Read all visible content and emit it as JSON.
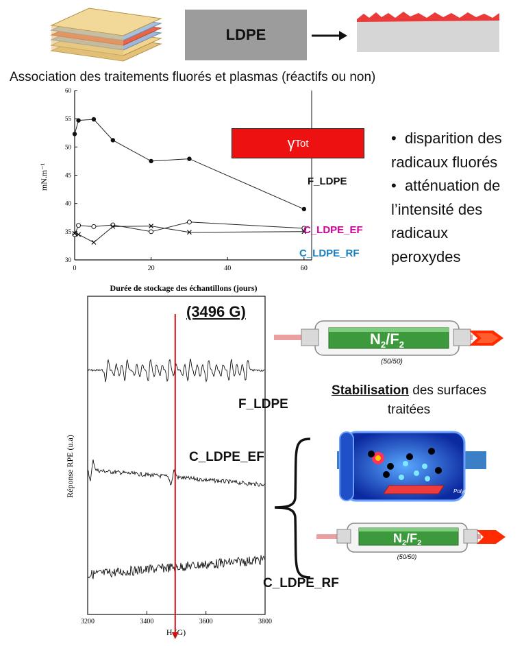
{
  "header": {
    "material_label": "LDPE",
    "heading": "Association des traitements fluorés et plasmas (réactifs ou non)"
  },
  "gamma_label": {
    "symbol": "γ",
    "subscript": "Tot"
  },
  "chart_data": [
    {
      "type": "line",
      "title": "",
      "xlabel": "Durée de stockage des échantillons (jours)",
      "ylabel": "mN.m⁻¹",
      "xlim": [
        0,
        60
      ],
      "ylim": [
        30,
        60
      ],
      "xticks": [
        0,
        20,
        40,
        60
      ],
      "yticks": [
        30,
        35,
        40,
        45,
        50,
        55,
        60
      ],
      "grid": false,
      "series": [
        {
          "name": "F_LDPE",
          "marker": "filled-circle",
          "x": [
            0,
            1,
            5,
            10,
            20,
            30,
            60
          ],
          "y": [
            52.3,
            54.7,
            54.9,
            51.2,
            47.5,
            47.9,
            39
          ]
        },
        {
          "name": "C_LDPE_EF",
          "marker": "open-circle",
          "x": [
            0,
            1,
            5,
            10,
            20,
            30,
            60
          ],
          "y": [
            34.5,
            36.1,
            35.9,
            36.2,
            35,
            36.7,
            35.6
          ]
        },
        {
          "name": "C_LDPE_RF",
          "marker": "cross",
          "x": [
            0,
            1,
            5,
            10,
            20,
            30,
            60
          ],
          "y": [
            34.7,
            34.5,
            33.1,
            35.9,
            36,
            34.9,
            35
          ]
        }
      ]
    },
    {
      "type": "line",
      "title": "",
      "xlabel": "H (G)",
      "ylabel": "Réponse RPE (u.a)",
      "xlim": [
        3200,
        3800
      ],
      "xticks": [
        3200,
        3400,
        3600,
        3800
      ],
      "grid": false,
      "marker_line": 3496,
      "marker_label": "(3496 G)",
      "series": [
        {
          "name": "F_LDPE"
        },
        {
          "name": "C_LDPE_EF"
        },
        {
          "name": "C_LDPE_RF"
        }
      ]
    }
  ],
  "observations": {
    "bullets": [
      "disparition des radicaux fluorés",
      "atténuation de l’intensité des radicaux peroxydes"
    ]
  },
  "stabilisation": {
    "emphasis": "Stabilisation",
    "rest": " des surfaces traitées"
  },
  "reactor": {
    "gas_label": "N",
    "gas_sub1": "2",
    "gas_sep": "/F",
    "gas_sub2": "2",
    "ratio": "(50/50)",
    "polymer_label": "Polymer"
  },
  "colors": {
    "gamma_box": "#ee1111",
    "marker_line": "#cc1111",
    "label_ef": "#cc0099",
    "label_rf": "#1a7fc1"
  }
}
